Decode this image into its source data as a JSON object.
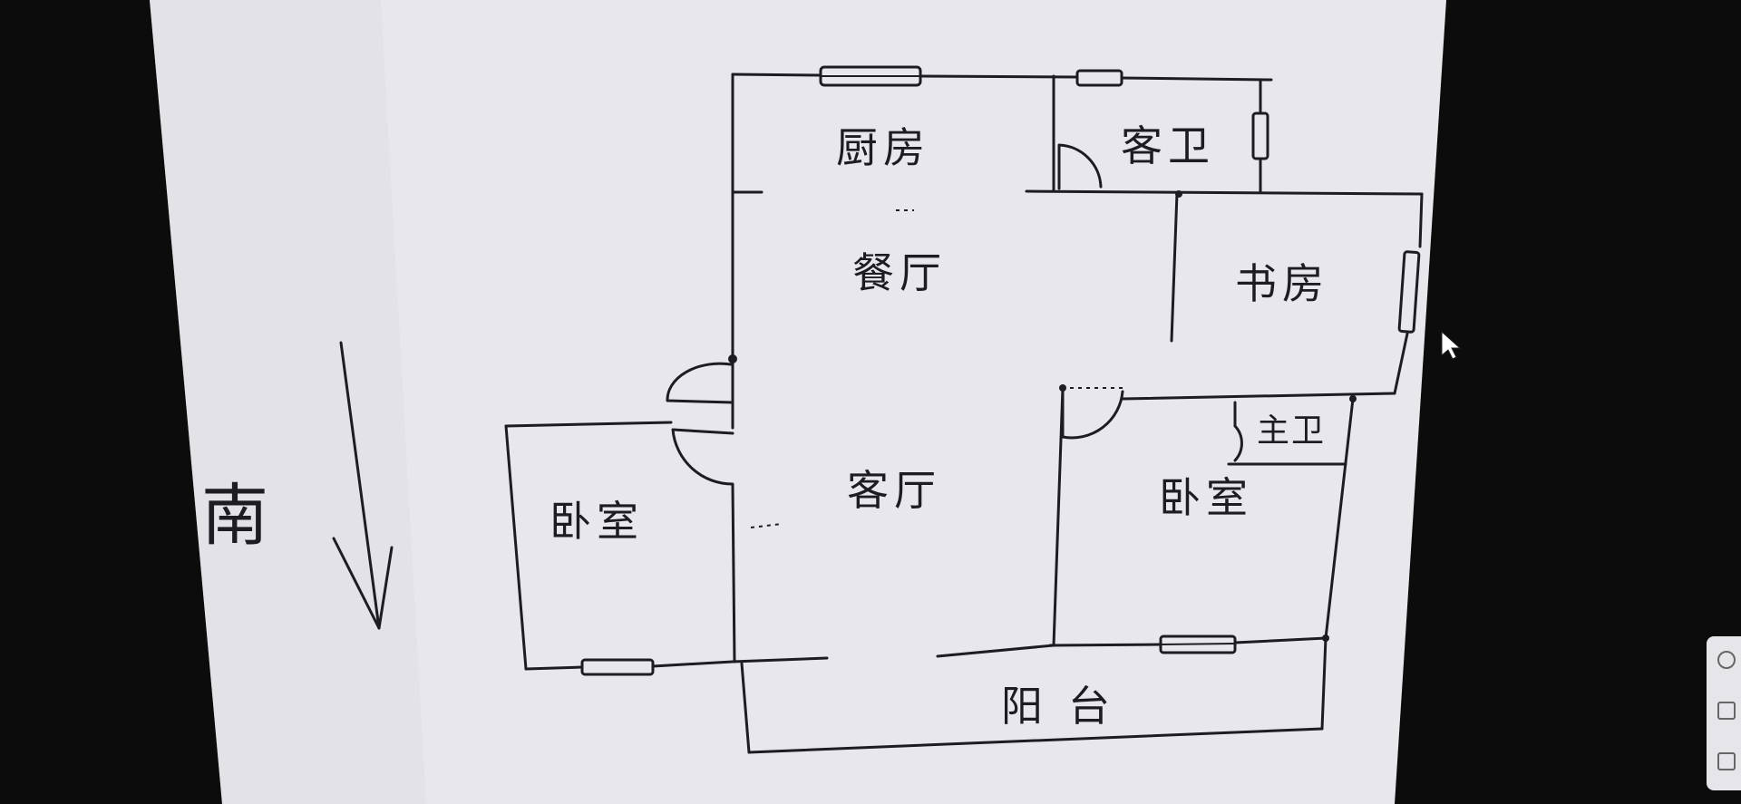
{
  "floorplan": {
    "orientation_label": "南",
    "rooms": {
      "kitchen": "厨房",
      "dining_room": "餐厅",
      "guest_bathroom": "客卫",
      "study": "书房",
      "living_room": "客厅",
      "bedroom_left": "卧室",
      "bedroom_right": "卧室",
      "master_bathroom": "主卫",
      "balcony": "阳台"
    }
  },
  "colors": {
    "paper": "#e9e9ed",
    "ink": "#1c1c22",
    "background": "#0c0c0d"
  }
}
